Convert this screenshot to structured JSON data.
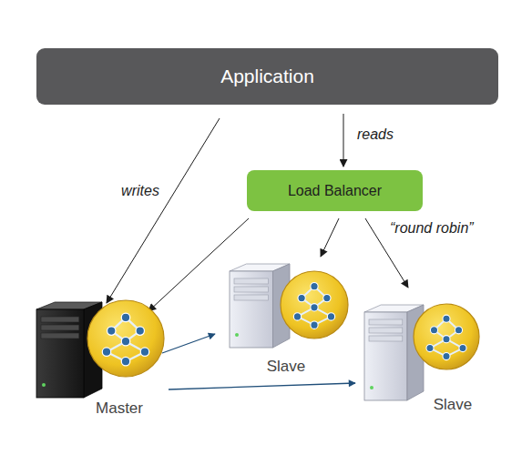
{
  "diagram": {
    "nodes": [
      {
        "text": [
          "Application"
        ]
      },
      {
        "text": [
          "Load Balancer"
        ]
      },
      {
        "text": [
          "Master"
        ]
      },
      {
        "text": [
          "Slave"
        ]
      },
      {
        "text": [
          "Slave"
        ]
      }
    ],
    "edges": [
      {
        "from": 0,
        "to": 2,
        "label": "writes",
        "arrow": "to"
      },
      {
        "from": 0,
        "to": 1,
        "label": "reads",
        "arrow": "to"
      },
      {
        "from": 1,
        "to": 2,
        "arrow": "to"
      },
      {
        "from": 1,
        "to": 3,
        "arrow": "to"
      },
      {
        "from": 1,
        "to": 4,
        "arrow": "to"
      },
      {
        "from": 2,
        "to": 3,
        "arrow": "to"
      },
      {
        "from": 2,
        "to": 4,
        "arrow": "to"
      }
    ],
    "labels": [
      "“round robin”"
    ]
  }
}
